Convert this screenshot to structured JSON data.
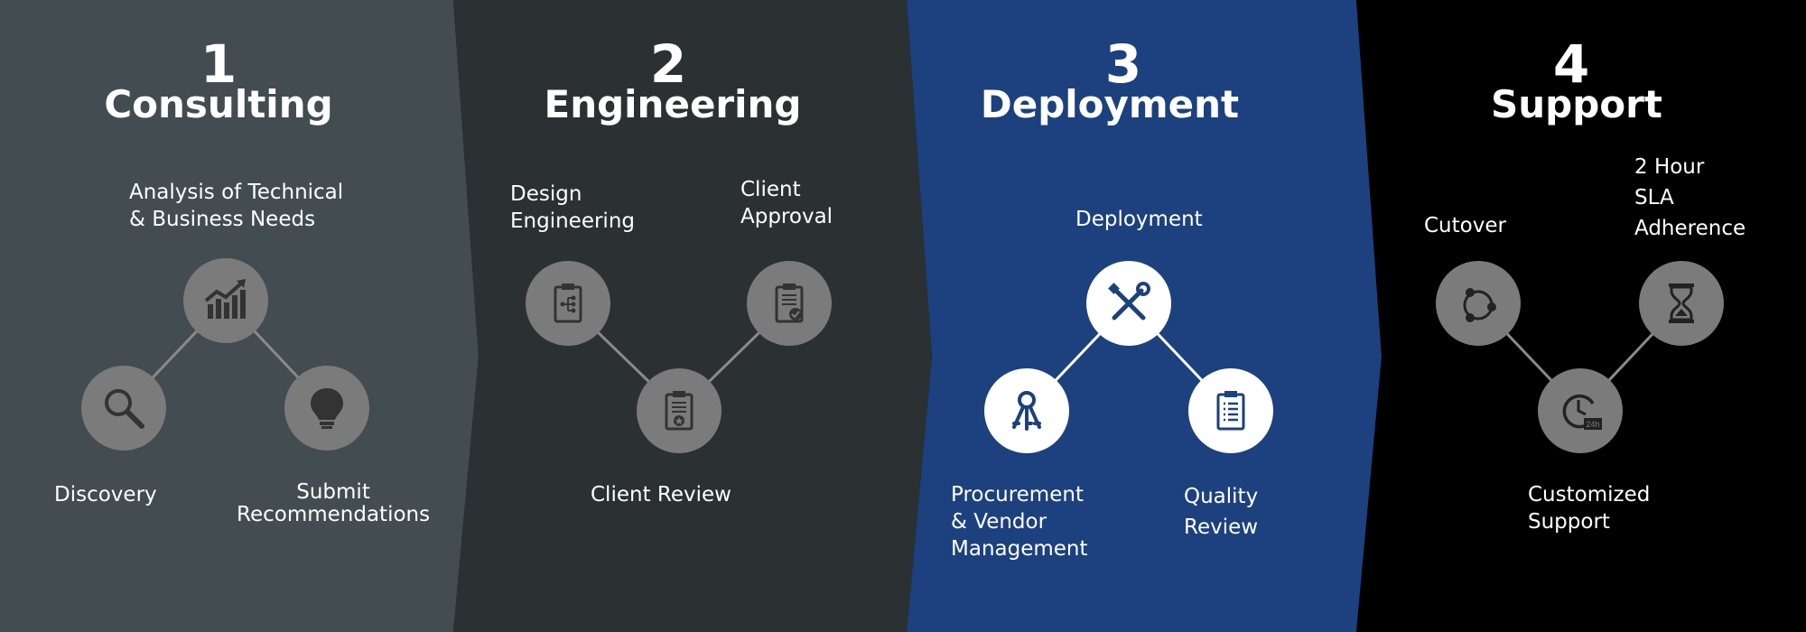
{
  "colors": {
    "consulting_bg": "#434c50",
    "engineering_bg": "#2b3033",
    "deployment_bg": "#1c417e",
    "support_bg": "#000000",
    "node_gray": "#7b7b7b",
    "node_white": "#ffffff"
  },
  "phases": [
    {
      "number": "1",
      "title": "Consulting",
      "nodes": [
        {
          "label": "Analysis of Technical\n& Business Needs",
          "icon": "growth-chart-icon"
        },
        {
          "label": "Discovery",
          "icon": "magnifier-icon"
        },
        {
          "label": "Submit\nRecommendations",
          "icon": "lightbulb-icon"
        }
      ]
    },
    {
      "number": "2",
      "title": "Engineering",
      "nodes": [
        {
          "label": "Design\nEngineering",
          "icon": "clipboard-diagram-icon"
        },
        {
          "label": "Client Review",
          "icon": "clipboard-star-icon"
        },
        {
          "label": "Client\nApproval",
          "icon": "clipboard-check-icon"
        }
      ]
    },
    {
      "number": "3",
      "title": "Deployment",
      "nodes": [
        {
          "label": "Deployment",
          "icon": "wrench-screwdriver-icon"
        },
        {
          "label": "Procurement\n& Vendor\nManagement",
          "icon": "keys-icon"
        },
        {
          "label": "Quality\nReview",
          "icon": "clipboard-list-icon"
        }
      ]
    },
    {
      "number": "4",
      "title": "Support",
      "nodes": [
        {
          "label": "Cutover",
          "icon": "cycle-icon"
        },
        {
          "label": "Customized\nSupport",
          "icon": "clock-24h-icon"
        },
        {
          "label": "2 Hour\nSLA\nAdherence",
          "icon": "hourglass-icon"
        }
      ]
    }
  ]
}
